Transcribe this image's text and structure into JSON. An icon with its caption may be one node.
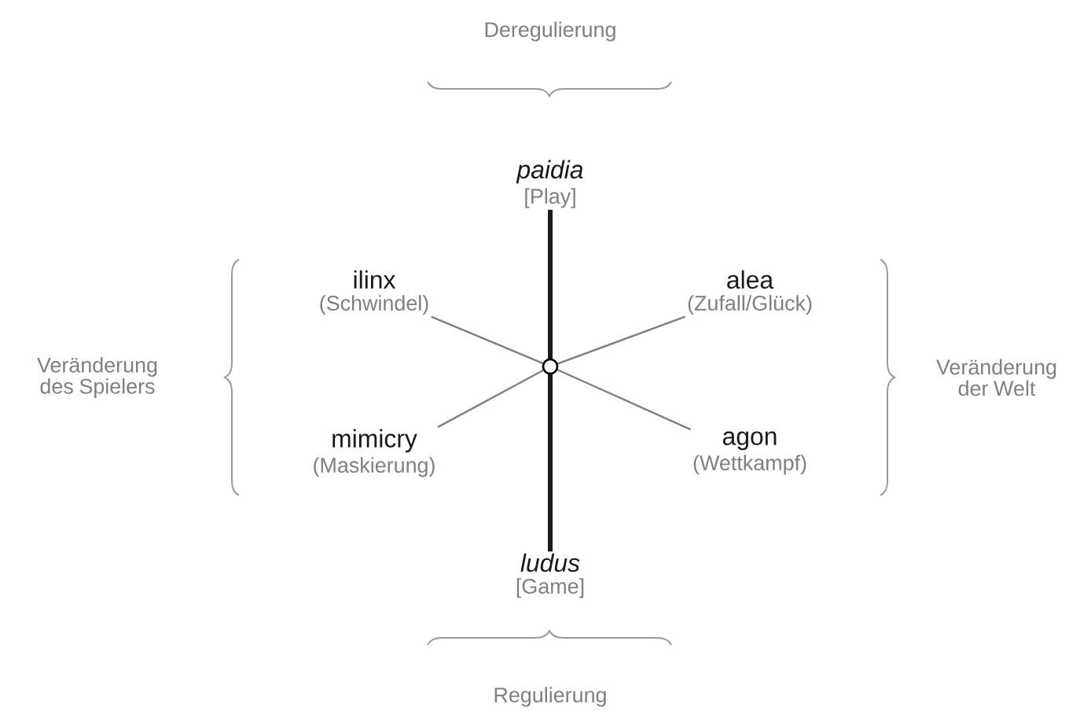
{
  "diagram": {
    "nodes": [
      {
        "text": [
          "paidia",
          "[Play]"
        ]
      },
      {
        "text": [
          "ilinx",
          "(Schwindel)"
        ]
      },
      {
        "text": [
          "alea",
          "(Zufall/Glück)"
        ]
      },
      {
        "text": [
          "mimicry",
          "(Maskierung)"
        ]
      },
      {
        "text": [
          "agon",
          "(Wettkampf)"
        ]
      },
      {
        "text": [
          "ludus",
          "[Game]"
        ]
      },
      {
        "text": [],
        "shape": "circle"
      }
    ],
    "edges": [
      {
        "from": 6,
        "to": 0,
        "arrow": "none",
        "style": "thick",
        "color": "#1a1a1a"
      },
      {
        "from": 6,
        "to": 1,
        "arrow": "none"
      },
      {
        "from": 6,
        "to": 2,
        "arrow": "none"
      },
      {
        "from": 6,
        "to": 3,
        "arrow": "none"
      },
      {
        "from": 6,
        "to": 4,
        "arrow": "none"
      },
      {
        "from": 6,
        "to": 5,
        "arrow": "none",
        "style": "thick",
        "color": "#1a1a1a"
      }
    ],
    "labels": [
      "Deregulierung",
      "Veränderung des Spielers",
      "Veränderung der Welt",
      "Regulierung"
    ]
  }
}
